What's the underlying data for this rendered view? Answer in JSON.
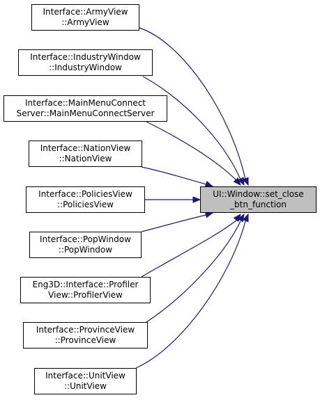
{
  "colors": {
    "edge": "#191970",
    "node_border": "#000000",
    "target_fill": "#bfbfbf",
    "node_fill": "#ffffff"
  },
  "target": {
    "line1": "UI::Window::set_close",
    "line2": "_btn_function"
  },
  "callers": [
    {
      "line1": "Interface::ArmyView",
      "line2": "::ArmyView"
    },
    {
      "line1": "Interface::IndustryWindow",
      "line2": "::IndustryWindow"
    },
    {
      "line1": "Interface::MainMenuConnect",
      "line2": "Server::MainMenuConnectServer"
    },
    {
      "line1": "Interface::NationView",
      "line2": "::NationView"
    },
    {
      "line1": "Interface::PoliciesView",
      "line2": "::PoliciesView"
    },
    {
      "line1": "Interface::PopWindow",
      "line2": "::PopWindow"
    },
    {
      "line1": "Eng3D::Interface::Profiler",
      "line2": "View::ProfilerView"
    },
    {
      "line1": "Interface::ProvinceView",
      "line2": "::ProvinceView"
    },
    {
      "line1": "Interface::UnitView",
      "line2": "::UnitView"
    }
  ]
}
